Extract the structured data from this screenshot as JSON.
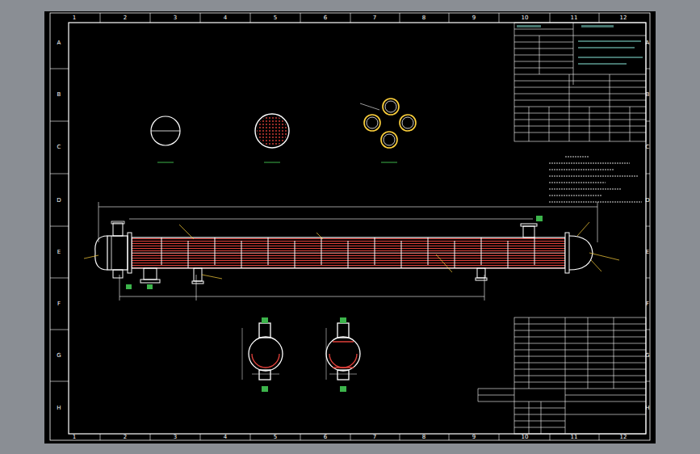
{
  "diagram": {
    "labels": [
      "1",
      "2",
      "3",
      "4",
      "5",
      "6",
      "7",
      "8",
      "9",
      "10",
      "11",
      "12",
      "1",
      "2",
      "3",
      "4",
      "5",
      "6",
      "7",
      "8",
      "9",
      "10",
      "11",
      "12",
      "A",
      "B",
      "C",
      "D",
      "E",
      "F",
      "G",
      "H",
      "A",
      "B",
      "C",
      "D",
      "E",
      "F",
      "G",
      "H"
    ]
  }
}
